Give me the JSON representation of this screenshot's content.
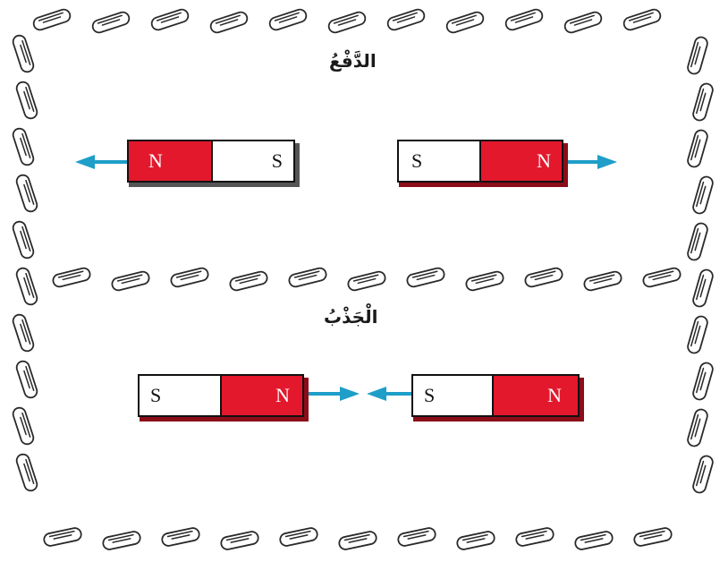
{
  "sections": {
    "repulsion": {
      "title": "الدَّفْعُ"
    },
    "attraction": {
      "title": "الْجَذْبُ"
    }
  },
  "magnets": {
    "repulsion_left": {
      "left_pole": "N",
      "right_pole": "S"
    },
    "repulsion_right": {
      "left_pole": "S",
      "right_pole": "N"
    },
    "attraction_left": {
      "left_pole": "S",
      "right_pole": "N"
    },
    "attraction_right": {
      "left_pole": "S",
      "right_pole": "N"
    }
  },
  "colors": {
    "north_pole": "#e3182d",
    "south_pole": "#ffffff",
    "arrow": "#1e9ec8",
    "paperclip": "#2a2a2a"
  },
  "icons": [
    "paperclip-icon",
    "arrow-icon"
  ]
}
